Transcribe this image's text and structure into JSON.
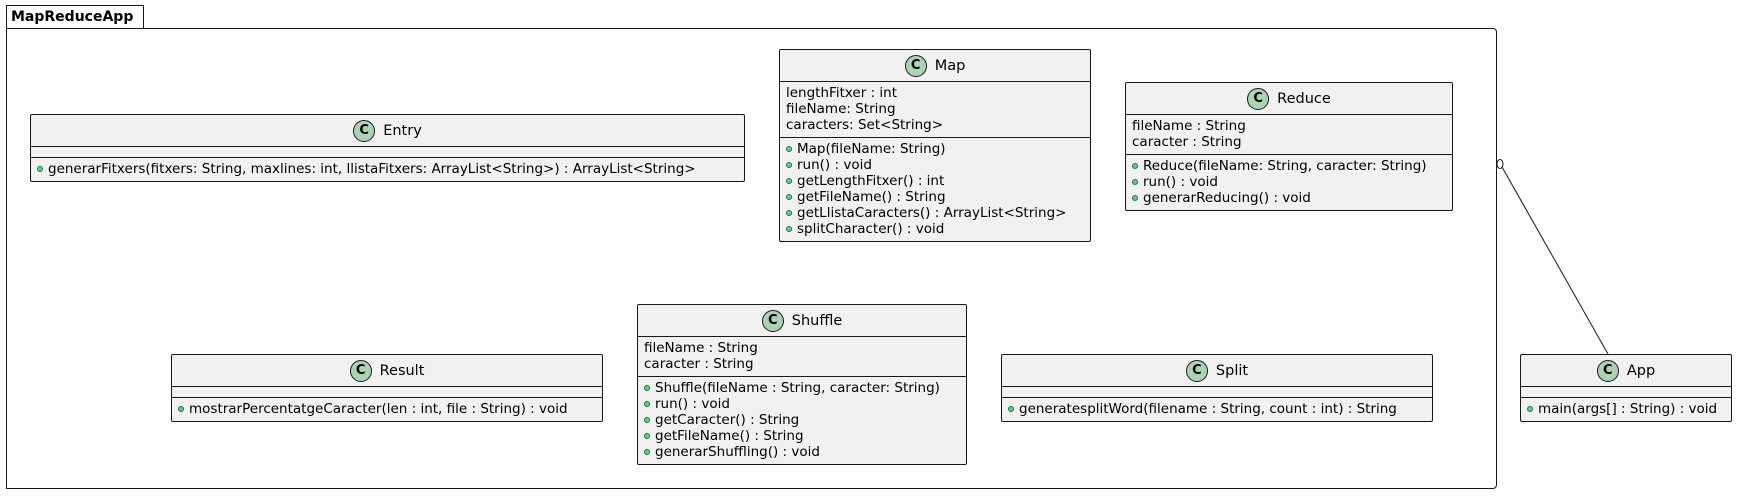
{
  "package": {
    "name": "MapReduceApp"
  },
  "classes": {
    "entry": {
      "icon": "C",
      "name": "Entry",
      "fields": [],
      "methods": [
        "generarFitxers(fitxers: String, maxlines: int, llistaFitxers: ArrayList<String>) : ArrayList<String>"
      ]
    },
    "map": {
      "icon": "C",
      "name": "Map",
      "fields": [
        "lengthFitxer : int",
        "fileName: String",
        "caracters: Set<String>"
      ],
      "methods": [
        "Map(fileName: String)",
        "run() : void",
        "getLengthFitxer() : int",
        "getFileName() : String",
        "getLlistaCaracters() : ArrayList<String>",
        "splitCharacter() : void"
      ]
    },
    "reduce": {
      "icon": "C",
      "name": "Reduce",
      "fields": [
        "fileName : String",
        "caracter : String"
      ],
      "methods": [
        "Reduce(fileName: String, caracter: String)",
        "run() : void",
        "generarReducing() : void"
      ]
    },
    "result": {
      "icon": "C",
      "name": "Result",
      "fields": [],
      "methods": [
        "mostrarPercentatgeCaracter(len : int, file : String) : void"
      ]
    },
    "shuffle": {
      "icon": "C",
      "name": "Shuffle",
      "fields": [
        "fileName : String",
        "caracter : String"
      ],
      "methods": [
        "Shuffle(fileName : String, caracter: String)",
        "run() : void",
        "getCaracter() : String",
        "getFileName() : String",
        "generarShuffling() : void"
      ]
    },
    "split": {
      "icon": "C",
      "name": "Split",
      "fields": [],
      "methods": [
        "generatesplitWord(filename : String, count : int) : String"
      ]
    },
    "app": {
      "icon": "C",
      "name": "App",
      "fields": [],
      "methods": [
        "main(args[] : String) : void"
      ]
    }
  },
  "colors": {
    "class_fill": "#f1f1f1",
    "class_icon": "#add1b2",
    "public_marker": "#84be84",
    "border": "#181818"
  }
}
